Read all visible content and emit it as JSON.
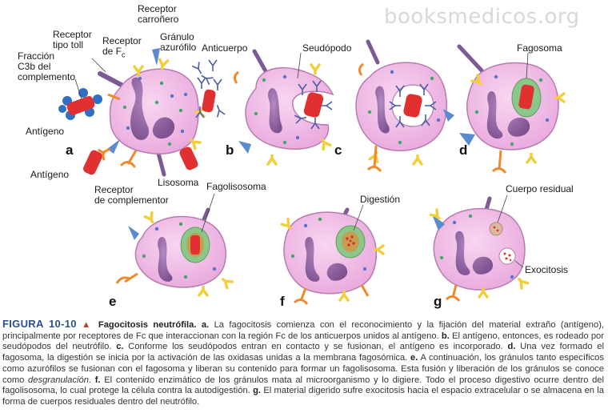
{
  "watermark": "booksmedicos.org",
  "labels": {
    "fraccion": "Fracción",
    "c3b_del": "C3b del",
    "complemento": "complemento",
    "receptor_toll_1": "Receptor",
    "receptor_toll_2": "tipo toll",
    "receptor_fc_1": "Receptor",
    "receptor_fc_2": "de F",
    "receptor_fc_sub": "c",
    "receptor_carr_1": "Receptor",
    "receptor_carr_2": "carroñero",
    "granulo_1": "Gránulo",
    "granulo_2": "azurófilo",
    "anticuerpo": "Anticuerpo",
    "antigeno_top": "Antígeno",
    "antigeno_bottom": "Antígeno",
    "receptor_compl_1": "Receptor",
    "receptor_compl_2": "de complementor",
    "lisosoma": "Lisosoma",
    "seudopodo": "Seudópodo",
    "fagosoma": "Fagosoma",
    "fagolisosoma": "Fagolisosoma",
    "digestion": "Digestión",
    "cuerpo_residual": "Cuerpo residual",
    "exocitosis": "Exocitosis"
  },
  "panels": [
    "a",
    "b",
    "c",
    "d",
    "e",
    "f",
    "g"
  ],
  "caption": {
    "figura": "FIGURA",
    "number": "10-10",
    "triangle": "▲",
    "title": "Fagocitosis neutrófila.",
    "a_key": "a.",
    "a_text": "La fagocitosis comienza con el reconocimiento y la fijación del material extraño (antígeno), principalmente por receptores de Fc que interaccionan con la región Fc de los anticuerpos unidos al antígeno.",
    "b_key": "b.",
    "b_text": "El antígeno, entonces, es rodeado por seudópodos del neutrófilo.",
    "c_key": "c.",
    "c_text": "Conforme los seudópodos entran en contacto y se fusionan, el antígeno es incorporado.",
    "d_key": "d.",
    "d_text": "Una vez formado el fagosoma, la digestión se inicia por la activación de las oxidasas unidas a la membrana fagosómica.",
    "e_key": "e.",
    "e_text": "A continuación, los gránulos tanto específicos como azurófilos se fusionan con el fagosoma y liberan su contenido para formar un fagolisosoma. Esta fusión y liberación de los gránulos se conoce como",
    "e_italic": "desgranulación",
    "f_key": "f.",
    "f_text": "El contenido enzimático de los gránulos mata al microorganismo y lo digiere. Todo el proceso digestivo ocurre dentro del fagolisosoma, lo cual protege la célula contra la autodigestión.",
    "g_key": "g.",
    "g_text": "El material digerido sufre exocitosis hacia el espacio extracelular o se almacena en la forma de cuerpos residuales dentro del neutrófilo."
  },
  "colors": {
    "cytoplasm": "#f0bde6",
    "membrane": "#b77bb0",
    "nucleus": "#9a6aa8",
    "granule_blue": "#5a73c8",
    "granule_green": "#46a66a",
    "antigen": "#e03030",
    "antibody": "#4a5ea8",
    "toll_receptor": "#7b5a96",
    "fc_receptor": "#f2cf3a",
    "scavenger_receptor": "#5a8ad0",
    "complement_receptor": "#ef8a2a",
    "phagosome": "#8bc78a",
    "phagolysosome": "#c3a050",
    "caption_title": "#2a4f8a"
  }
}
